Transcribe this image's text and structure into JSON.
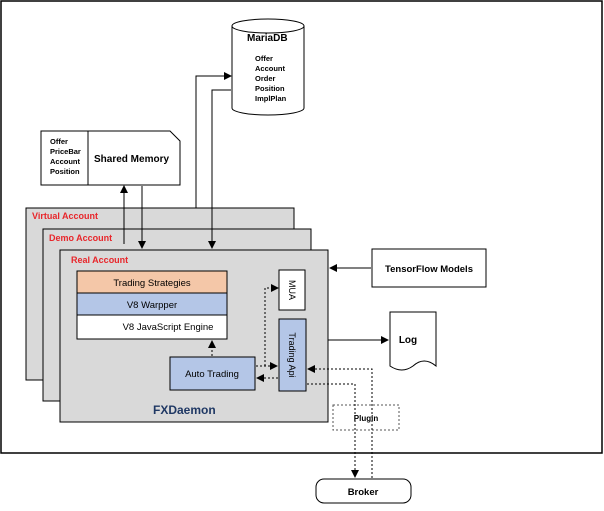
{
  "db": {
    "title": "MariaDB",
    "items": [
      "Offer",
      "Account",
      "Order",
      "Position",
      "ImplPlan"
    ]
  },
  "shared_memory": {
    "items": [
      "Offer",
      "PriceBar",
      "Account",
      "Position"
    ],
    "title": "Shared Memory"
  },
  "accounts": {
    "virtual": "Virtual Account",
    "demo": "Demo Account",
    "real": "Real Account"
  },
  "engine": {
    "trading_strategies": "Trading Strategies",
    "v8_wrapper": "V8 Warpper",
    "v8_engine": "V8 JavaScript Engine"
  },
  "mua": "MUA",
  "trading_api": "Trading Api",
  "auto_trading": "Auto Trading",
  "daemon": "FXDaemon",
  "tensorflow": "TensorFlow Models",
  "log": "Log",
  "plugin": "Plugin",
  "broker": "Broker",
  "colors": {
    "account_label": "#e8262b",
    "daemon_label": "#1f3864",
    "strategies_fill": "#f4c7a8",
    "wrapper_fill": "#b4c6e7",
    "panel_fill": "#d9d9d9"
  }
}
